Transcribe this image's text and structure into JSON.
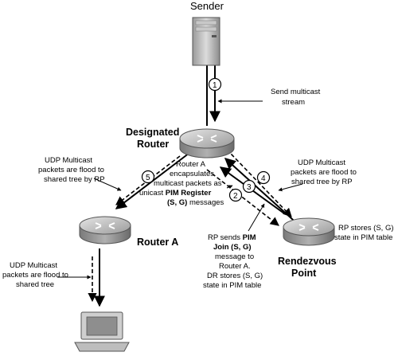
{
  "sender": "Sender",
  "designated_router": {
    "line1": "Designated",
    "line2": "Router"
  },
  "router_a": "Router A",
  "rendezvous_point": {
    "line1": "Rendezvous",
    "line2": "Point"
  },
  "steps": [
    "1",
    "2",
    "3",
    "4",
    "5"
  ],
  "note_send": {
    "line1": "Send multicast",
    "line2": "stream"
  },
  "note_udp_left": {
    "line1": "UDP Multicast",
    "line2": "packets are flood to",
    "line3": "shared tree by RP"
  },
  "note_udp_right": {
    "line1": "UDP Multicast",
    "line2": "packets are flood to",
    "line3": "shared tree by RP"
  },
  "note_udp_bottom": {
    "line1": "UDP Multicast",
    "line2": "packets are flood to",
    "line3": "shared tree"
  },
  "note_encap": {
    "line1": "Router A",
    "line2": "encapsulates",
    "line3": "multicast packets as",
    "line4_pre": "unicast ",
    "line4_bold": "PIM Register",
    "line5": "(S, G)",
    "line5_post": " messages"
  },
  "note_join": {
    "line1_pre": "RP sends ",
    "line1_bold": "PIM",
    "line2": "Join (S, G)",
    "line3": "message to",
    "line4": "Router A.",
    "line5": "DR stores (S, G)",
    "line6": "state in PIM table"
  },
  "note_rp_state": {
    "line1": "RP stores (S, G)",
    "line2": "state in PIM table"
  }
}
